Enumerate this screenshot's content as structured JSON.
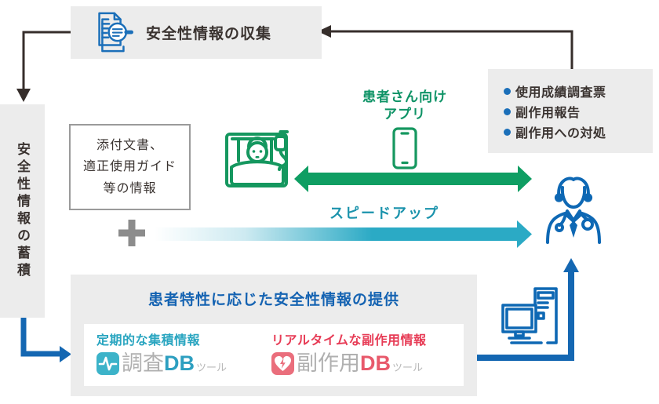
{
  "collection": {
    "label": "安全性情報の収集"
  },
  "accumulation": {
    "label": "安全性情報の蓄積"
  },
  "feedback": {
    "items": [
      "使用成績調査票",
      "副作用報告",
      "副作用への対処"
    ]
  },
  "documents": {
    "lines": [
      "添付文書、",
      "適正使用ガイド",
      "等の情報"
    ]
  },
  "patient_app": {
    "line1": "患者さん向け",
    "line2": "アプリ"
  },
  "speedup": {
    "label": "スピードアップ"
  },
  "provision": {
    "title": "患者特性に応じた安全性情報の提供",
    "survey_tool": {
      "label": "定期的な集積情報",
      "name": "調査",
      "db": "DB",
      "suffix": "ツール"
    },
    "adr_tool": {
      "label": "リアルタイムな副作用情報",
      "name": "副作用",
      "db": "DB",
      "suffix": "ツール"
    }
  },
  "colors": {
    "accent_blue": "#1467b2",
    "accent_green": "#0f9e63",
    "accent_teal": "#2baac5",
    "accent_red": "#e73c56",
    "dark_arrow": "#362e2b",
    "panel_gray": "#ececec"
  }
}
